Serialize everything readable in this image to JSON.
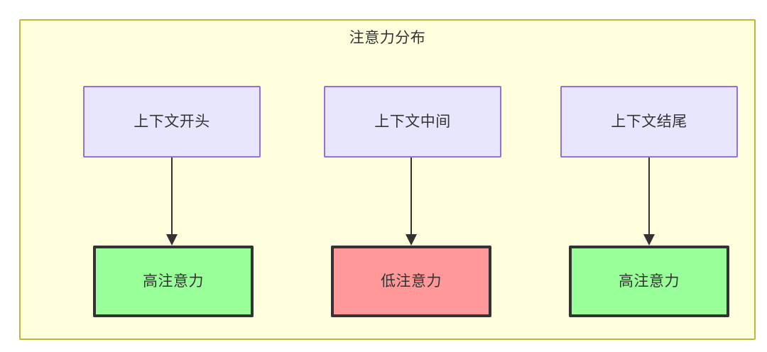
{
  "diagram": {
    "title": "注意力分布",
    "type": "flowchart",
    "colors": {
      "container_bg": "#ffffdd",
      "container_border": "#bbbb33",
      "context_fill": "#e8e6fd",
      "context_border": "#9370db",
      "high_attention_fill": "#99ff99",
      "low_attention_fill": "#ff9999",
      "node_border_dark": "#333333",
      "text": "#333333",
      "edge": "#333333"
    },
    "context_nodes": [
      {
        "id": "ctx-start",
        "label": "上下文开头"
      },
      {
        "id": "ctx-middle",
        "label": "上下文中间"
      },
      {
        "id": "ctx-end",
        "label": "上下文结尾"
      }
    ],
    "attention_nodes": [
      {
        "id": "attn-high-left",
        "label": "高注意力",
        "level": "high"
      },
      {
        "id": "attn-low",
        "label": "低注意力",
        "level": "low"
      },
      {
        "id": "attn-high-right",
        "label": "高注意力",
        "level": "high"
      }
    ],
    "edges": [
      {
        "id": "edge-1",
        "from": "ctx-start",
        "to": "attn-high-left",
        "arrow": "arrowhead-down-icon"
      },
      {
        "id": "edge-2",
        "from": "ctx-middle",
        "to": "attn-low",
        "arrow": "arrowhead-down-icon"
      },
      {
        "id": "edge-3",
        "from": "ctx-end",
        "to": "attn-high-right",
        "arrow": "arrowhead-down-icon"
      }
    ]
  }
}
